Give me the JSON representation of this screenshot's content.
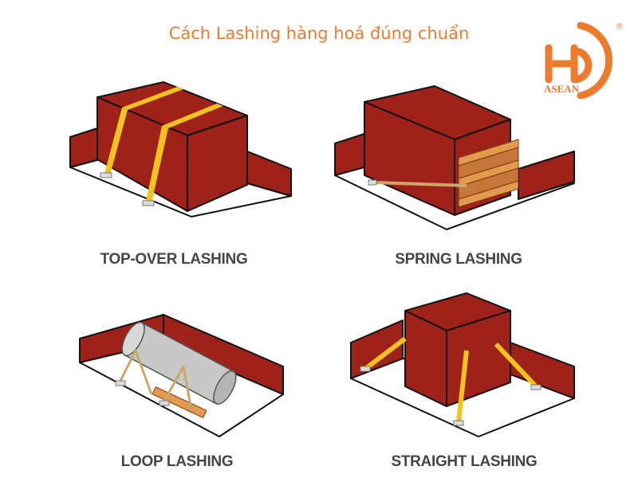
{
  "title": "Cách Lashing hàng hoá đúng chuẩn",
  "logo": {
    "letters": "HD",
    "sub": "ASEAN",
    "registered": "®"
  },
  "colors": {
    "accent": "#EE7A2D",
    "cargo": "#9E2219",
    "strap": "#F4C21C",
    "pallet": "#E49A4E",
    "label": "#454545"
  },
  "panels": [
    {
      "label": "TOP-OVER LASHING"
    },
    {
      "label": "SPRING LASHING"
    },
    {
      "label": "LOOP LASHING"
    },
    {
      "label": "STRAIGHT LASHING"
    }
  ]
}
